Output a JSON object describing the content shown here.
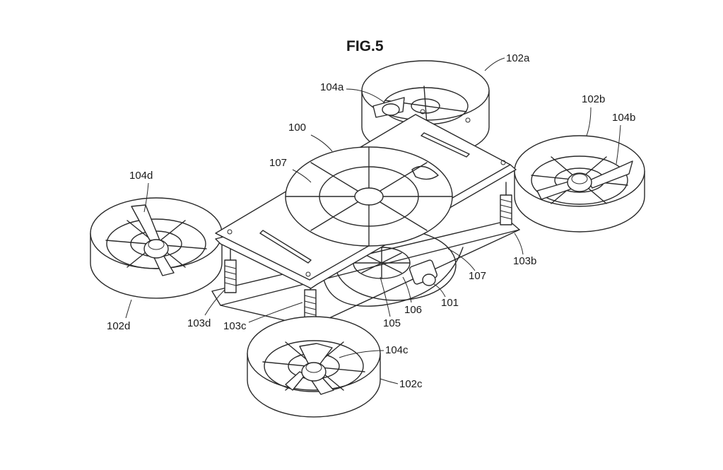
{
  "figure": {
    "title": "FIG.5"
  },
  "labels": {
    "l100": "100",
    "l101": "101",
    "l102a": "102a",
    "l102b": "102b",
    "l102c": "102c",
    "l102d": "102d",
    "l103b": "103b",
    "l103c": "103c",
    "l103d": "103d",
    "l104a": "104a",
    "l104b": "104b",
    "l104c": "104c",
    "l104d": "104d",
    "l105": "105",
    "l106": "106",
    "l107_top": "107",
    "l107_right": "107"
  }
}
